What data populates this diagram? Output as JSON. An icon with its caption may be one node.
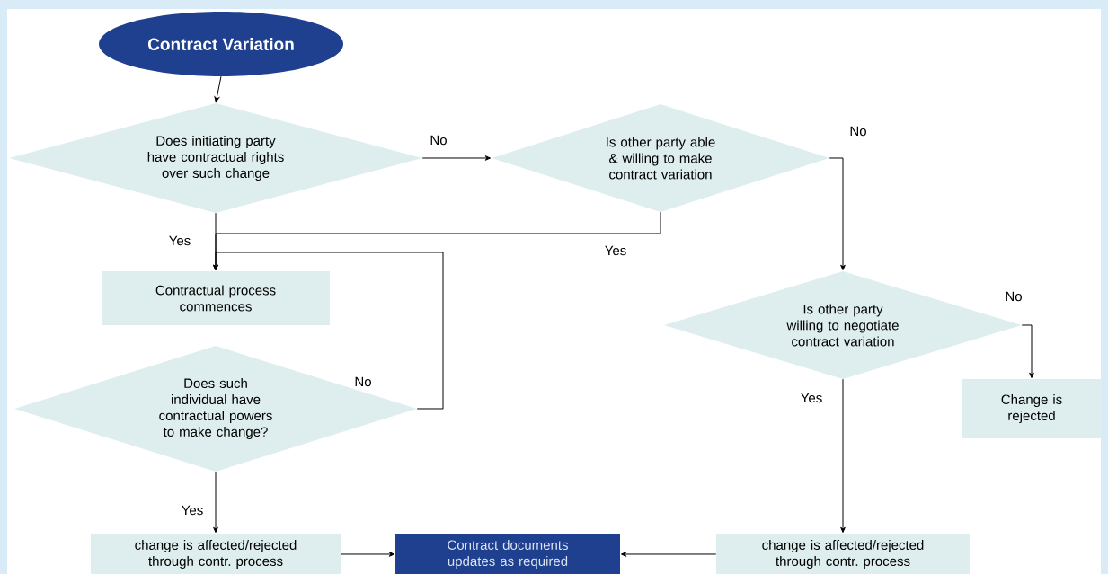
{
  "diagram": {
    "nodes": [
      {
        "text": [
          "Contract Variation"
        ]
      },
      {
        "text": [
          "Does initiating party have contractual rights over such change"
        ]
      },
      {
        "text": [
          "Is other party able & willing to make contract variation"
        ]
      },
      {
        "text": [
          "Contractual process commences"
        ]
      },
      {
        "text": [
          "Does such individual have contractual powers to make change?"
        ]
      },
      {
        "text": [
          "Is other party willing to negotiate contract variation"
        ]
      },
      {
        "text": [
          "Change is rejected"
        ]
      },
      {
        "text": [
          "change is affected/rejected through contr. process"
        ]
      },
      {
        "text": [
          "Contract documents updates as required"
        ]
      },
      {
        "text": [
          "change is affected/rejected through contr. process"
        ]
      }
    ],
    "edges": [
      {
        "from": 0,
        "to": 1,
        "arrow": "to"
      },
      {
        "from": 1,
        "to": 2,
        "arrow": "to",
        "label": "No"
      },
      {
        "from": 1,
        "to": 3,
        "arrow": "to",
        "label": "Yes"
      },
      {
        "from": 2,
        "to": 3,
        "arrow": "to",
        "label": "Yes"
      },
      {
        "from": 2,
        "to": 5,
        "arrow": "to",
        "label": "No"
      },
      {
        "from": 4,
        "to": 3,
        "arrow": "to",
        "label": "No"
      },
      {
        "from": 5,
        "to": 6,
        "arrow": "to",
        "label": "No"
      },
      {
        "from": 5,
        "to": 9,
        "arrow": "to",
        "label": "Yes"
      },
      {
        "from": 4,
        "to": 7,
        "arrow": "to",
        "label": "Yes"
      },
      {
        "from": 7,
        "to": 8,
        "arrow": "to"
      },
      {
        "from": 9,
        "to": 8,
        "arrow": "to"
      }
    ]
  }
}
